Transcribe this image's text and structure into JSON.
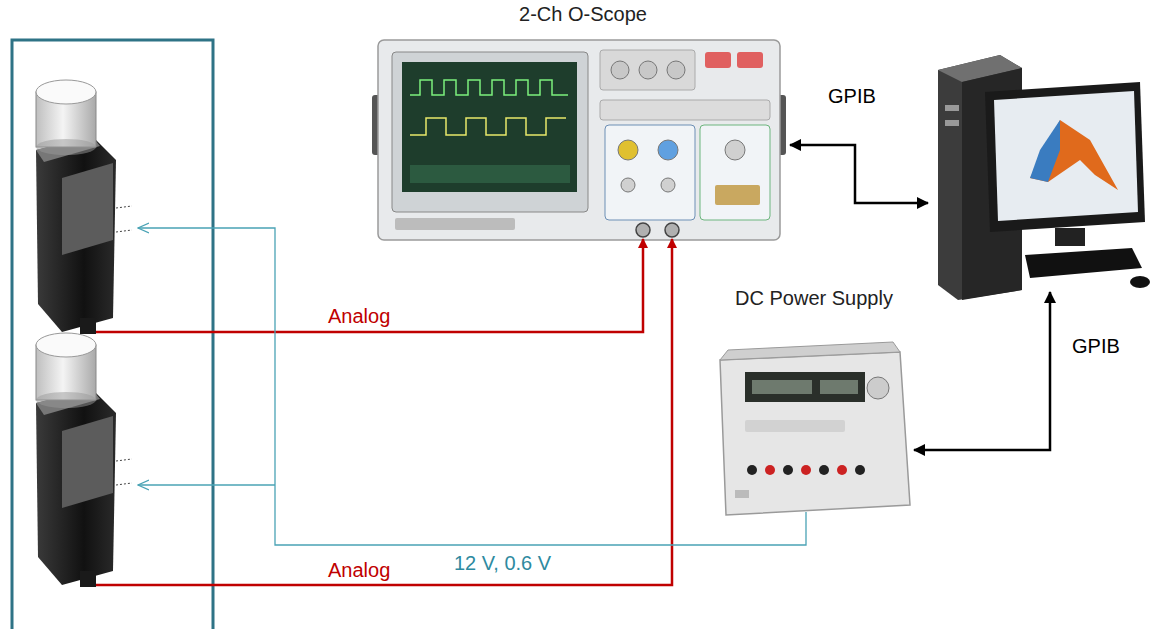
{
  "diagram": {
    "nodes": [
      {
        "text": [
          "2-Ch O-Scope"
        ]
      },
      {
        "text": [
          "DC Power Supply"
        ]
      }
    ],
    "labels": [
      "GPIB",
      "Analog",
      "GPIB",
      "12 V, 0.6 V",
      "Analog"
    ]
  }
}
